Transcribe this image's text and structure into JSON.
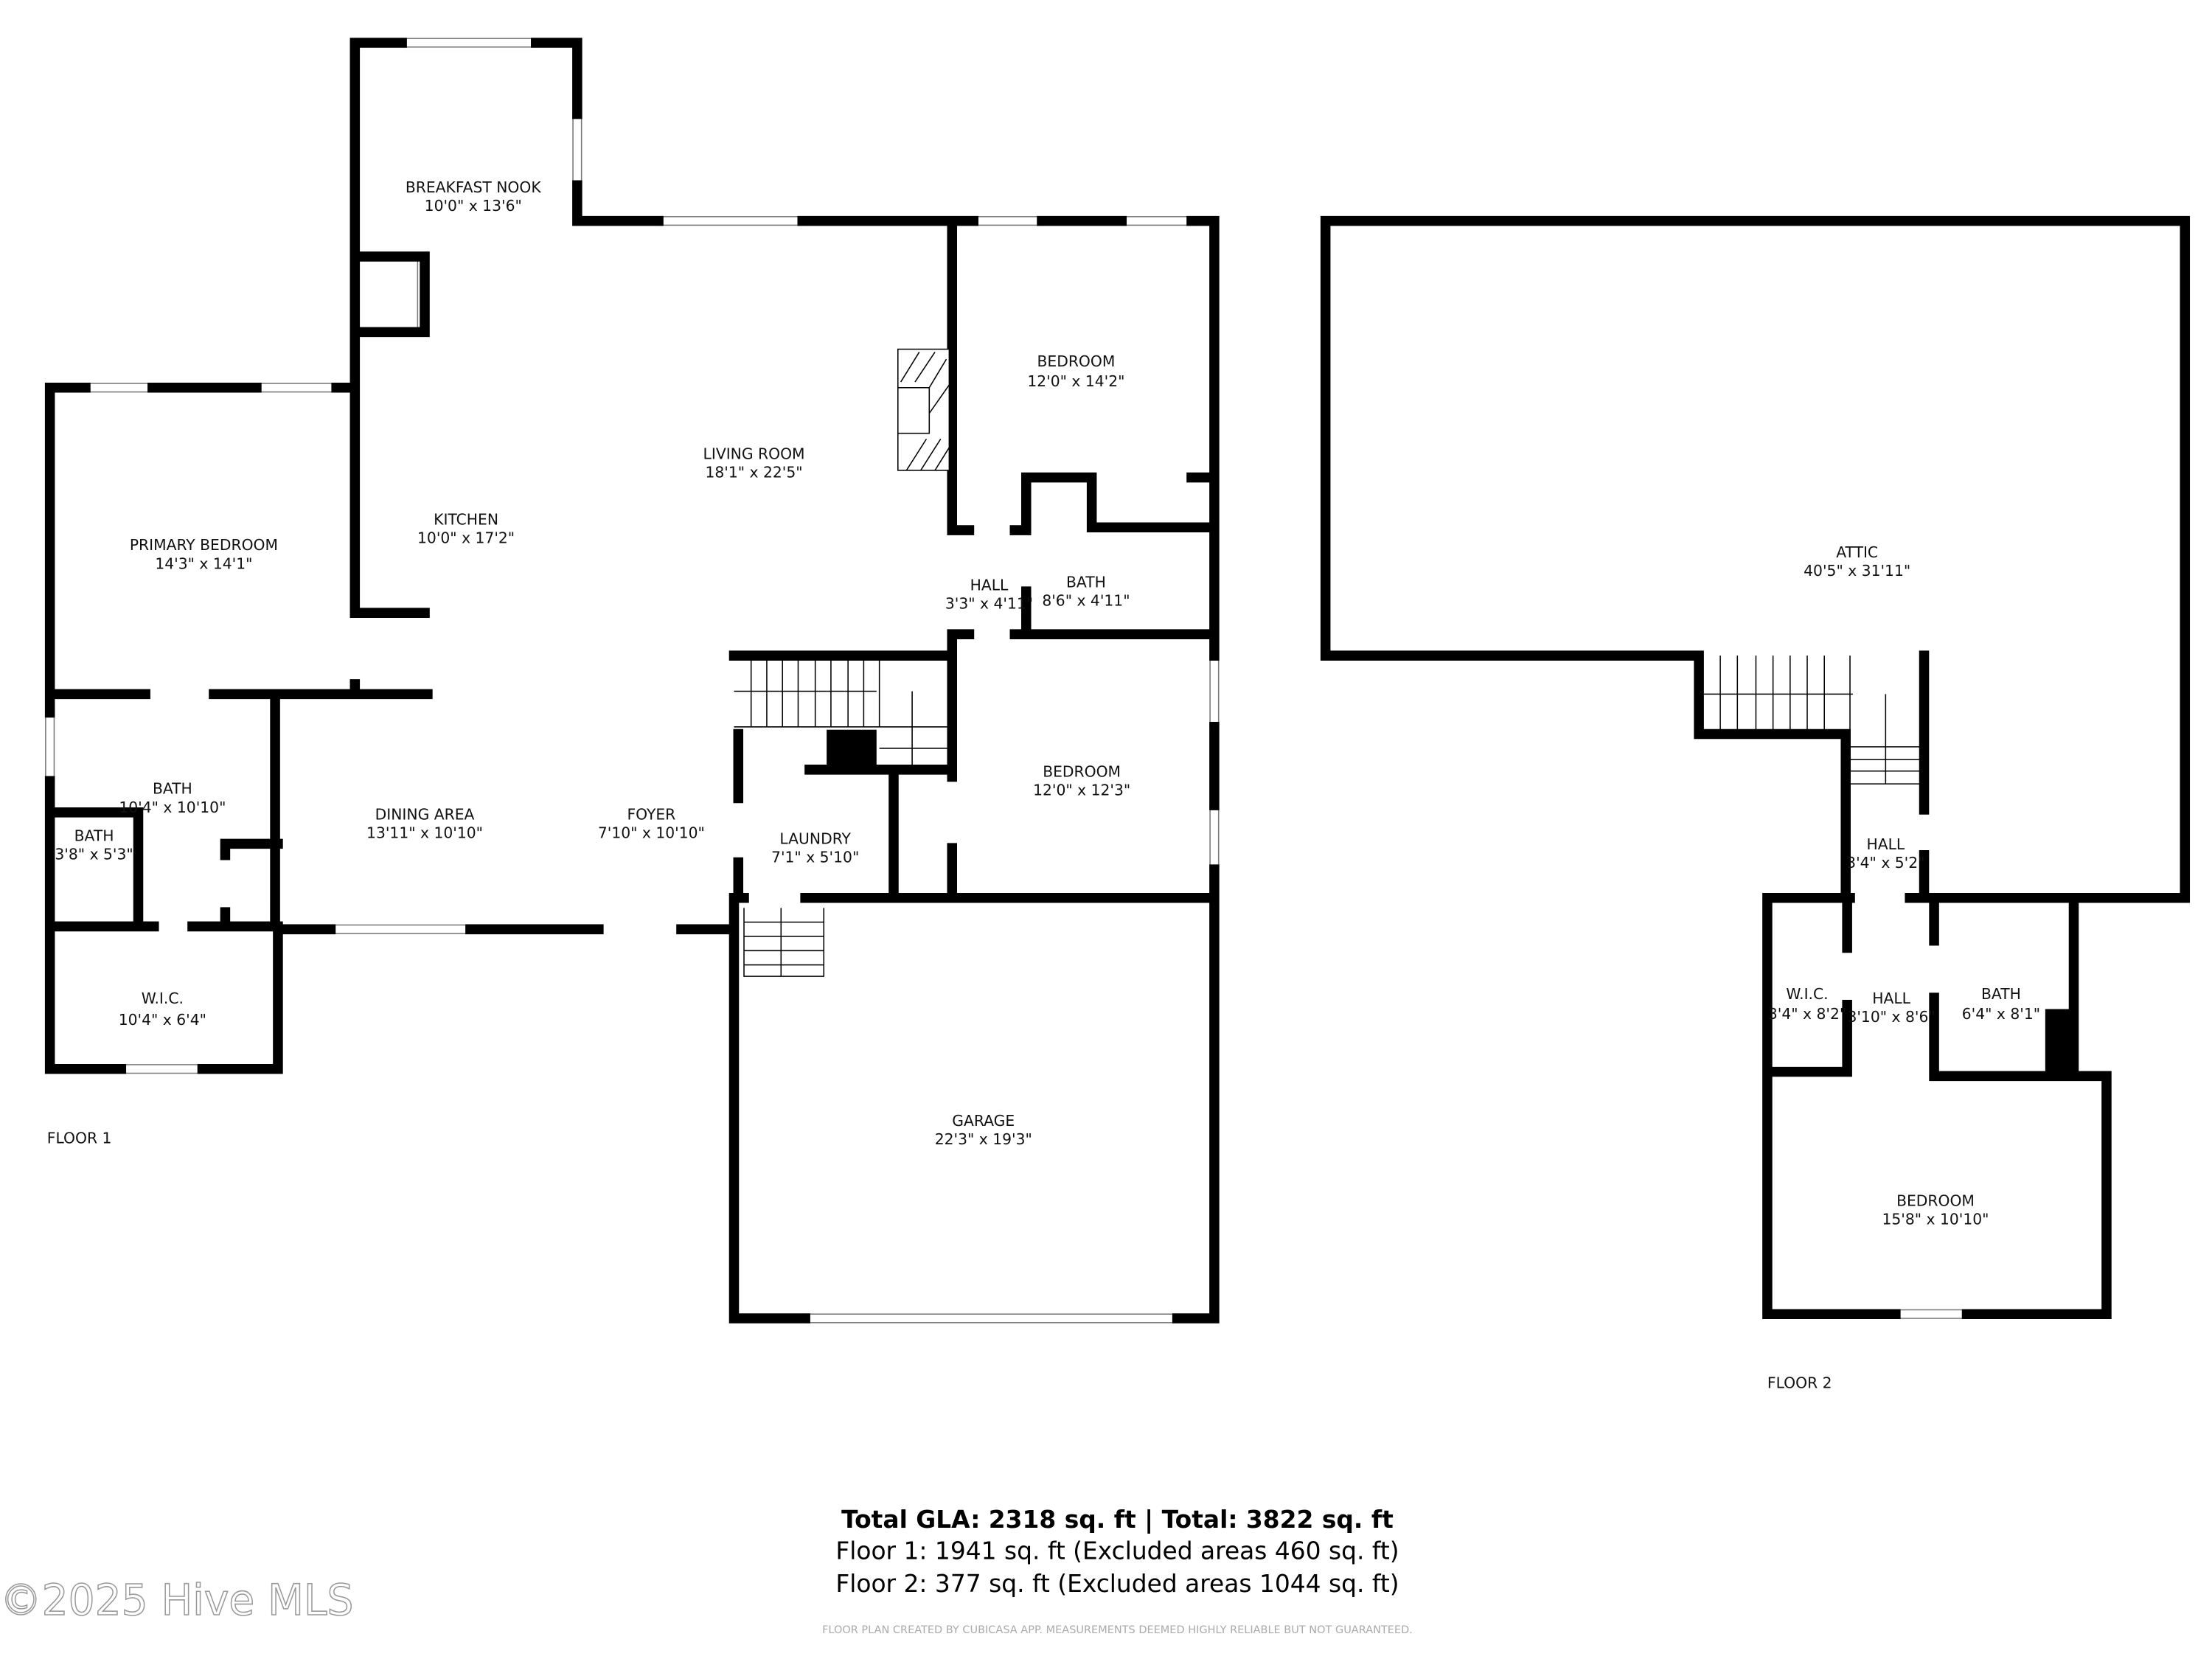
{
  "floor1": {
    "label": "FLOOR 1",
    "rooms": [
      {
        "name": "BREAKFAST NOOK",
        "dims": "10'0\" x 13'6\""
      },
      {
        "name": "LIVING ROOM",
        "dims": "18'1\" x 22'5\""
      },
      {
        "name": "KITCHEN",
        "dims": "10'0\" x 17'2\""
      },
      {
        "name": "PRIMARY BEDROOM",
        "dims": "14'3\" x 14'1\""
      },
      {
        "name": "BEDROOM",
        "dims": "12'0\" x 14'2\""
      },
      {
        "name": "HALL",
        "dims": "3'3\" x 4'11\""
      },
      {
        "name": "BATH",
        "dims": "8'6\" x 4'11\""
      },
      {
        "name": "BEDROOM",
        "dims": "12'0\" x 12'3\""
      },
      {
        "name": "BATH",
        "dims": "10'4\" x 10'10\""
      },
      {
        "name": "BATH",
        "dims": "3'8\" x 5'3\""
      },
      {
        "name": "DINING AREA",
        "dims": "13'11\" x 10'10\""
      },
      {
        "name": "FOYER",
        "dims": "7'10\" x 10'10\""
      },
      {
        "name": "LAUNDRY",
        "dims": "7'1\" x 5'10\""
      },
      {
        "name": "W.I.C.",
        "dims": "10'4\" x 6'4\""
      },
      {
        "name": "GARAGE",
        "dims": "22'3\" x 19'3\""
      }
    ]
  },
  "floor2": {
    "label": "FLOOR 2",
    "rooms": [
      {
        "name": "ATTIC",
        "dims": "40'5\" x 31'11\""
      },
      {
        "name": "HALL",
        "dims": "3'4\" x 5'2\""
      },
      {
        "name": "W.I.C.",
        "dims": "3'4\" x 8'2\""
      },
      {
        "name": "HALL",
        "dims": "3'10\" x 8'6\""
      },
      {
        "name": "BATH",
        "dims": "6'4\" x 8'1\""
      },
      {
        "name": "BEDROOM",
        "dims": "15'8\" x 10'10\""
      }
    ]
  },
  "summary": {
    "total": "Total GLA: 2318 sq. ft | Total: 3822 sq. ft",
    "floor1": "Floor 1: 1941 sq. ft (Excluded areas 460 sq. ft)",
    "floor2": "Floor 2: 377 sq. ft (Excluded areas 1044 sq. ft)"
  },
  "watermark": "©2025 Hive MLS",
  "disclaimer": "FLOOR PLAN CREATED BY CUBICASA APP. MEASUREMENTS DEEMED HIGHLY RELIABLE BUT NOT GUARANTEED."
}
